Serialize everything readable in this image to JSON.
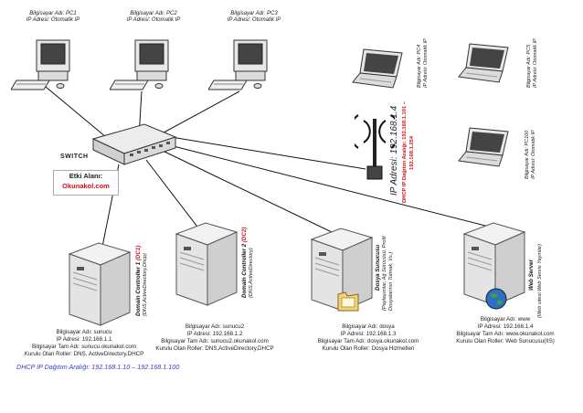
{
  "pcs": [
    {
      "name": "Bilgisayar Adı: PC1",
      "ip": "IP Adresi: Otomatik IP"
    },
    {
      "name": "Bilgisayar Adı: PC2",
      "ip": "IP Adresi: Otomatik IP"
    },
    {
      "name": "Bilgisayar Adı: PC3",
      "ip": "IP Adresi: Otomatik IP"
    }
  ],
  "laptops": [
    {
      "name": "Bilgisayar Adı: PC4",
      "ip": "IP Adresi: Otomatik IP"
    },
    {
      "name": "Bilgisayar Adı: PC5",
      "ip": "IP Adresi: Otomatik IP"
    },
    {
      "name": "Bilgisayar Adı: PC100",
      "ip": "IP Adresi: Otomatik IP"
    }
  ],
  "access_point": {
    "ip": "IP Adresi: 192.168.1.4",
    "dhcp_line1": "DHCP IP Dağıtım Aralığı: 192.168.1.101 –",
    "dhcp_line2": "192.168.1.254"
  },
  "switch_label": "SWITCH",
  "domain": {
    "title": "Etki Alanı:",
    "value": "Okunakol.com"
  },
  "servers": [
    {
      "role_prefix": "Domain Controller 1",
      "role_tag": "(DC1)",
      "role_sub": "(DNS,ActiveDirectory,Dhcp)",
      "l1": "Bilgisayar Adı: sunucu",
      "l2": "IP Adresi: 192.168.1.1",
      "l3": "Bilgisayar Tam Adı: sunucu.okunakol.com",
      "l4": "Kurulu Olan Roller: DNS, ActiveDirectory,DHCP"
    },
    {
      "role_prefix": "Domain Controller 2",
      "role_tag": "(DC2)",
      "role_sub": "(DNS,ActiveDirectory)",
      "l1": "Bilgisayar Adı: sunucu2",
      "l2": "IP Adresi: 192.168.1.2",
      "l3": "Bilgisayar Tam Adı: sunucu2.okunakol.com",
      "l4": "Kurulu Olan Roller: DNS,ActiveDirectory,DHCP"
    },
    {
      "role_prefix": "Dosya Sunucusu",
      "role_tag": "",
      "role_sub": "(Paylaşımlar, Ağ Sürücüsü, Profil Dosyalarının Tutmak, Vs.)",
      "l1": "Bilgisayar Adı: dosya",
      "l2": "IP Adresi: 192.168.1.3",
      "l3": "Bilgisayar Tam Adı: dosya.okunakol.com",
      "l4": "Kurulu Olan Roller: Dosya Hizmetleri"
    },
    {
      "role_prefix": "Web Server",
      "role_tag": "",
      "role_sub": "(Web sitesi,Web Servis Yayınlar)",
      "l1": "Bilgisayar Adı: www",
      "l2": "IP Adresi: 192.168.1.4",
      "l3": "Bilgisayar Tam Adı: www.okunakol.com",
      "l4": "Kurulu Olan Roller: Web Sunucusu(IIS)"
    }
  ],
  "dhcp_range": "DHCP IP Dağıtım Aralığı: 192.168.1.10 – 192.168.1.100"
}
